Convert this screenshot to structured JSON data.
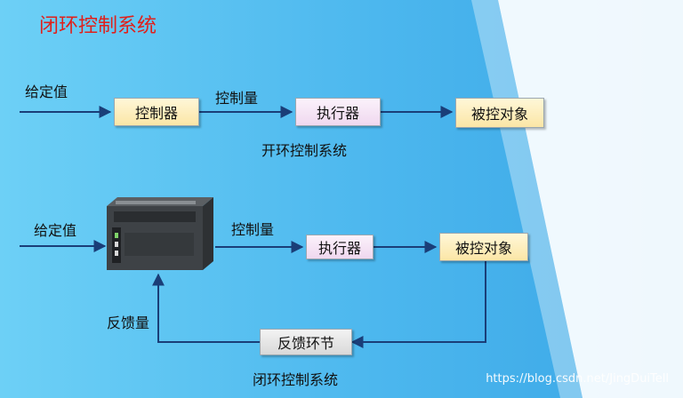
{
  "title": "闭环控制系统",
  "open_loop": {
    "input_label": "给定值",
    "controller": "控制器",
    "control_label": "控制量",
    "actuator": "执行器",
    "plant": "被控对象",
    "caption": "开环控制系统"
  },
  "closed_loop": {
    "input_label": "给定值",
    "control_label": "控制量",
    "actuator": "执行器",
    "plant": "被控对象",
    "feedback_label": "反馈量",
    "feedback_block": "反馈环节",
    "caption": "闭环控制系统"
  },
  "watermark": "https://blog.csdn.net/JingDuiTell",
  "colors": {
    "background_blue": "#4fb9ee",
    "title_red": "#e0201b",
    "arrow_navy": "#1a3e78"
  }
}
